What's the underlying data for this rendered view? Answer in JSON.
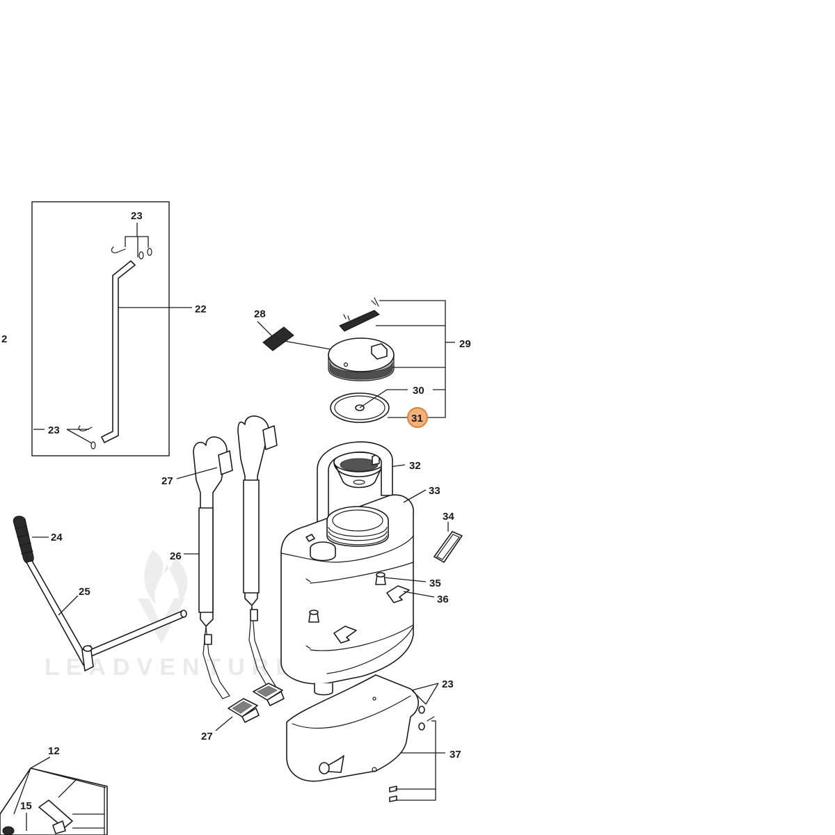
{
  "diagram": {
    "labels": {
      "l2": "2",
      "l12": "12",
      "l15": "15",
      "l22": "22",
      "l23a": "23",
      "l23b": "23",
      "l23c": "23",
      "l24": "24",
      "l25": "25",
      "l26": "26",
      "l27a": "27",
      "l27b": "27",
      "l28": "28",
      "l29": "29",
      "l30": "30",
      "l31": "31",
      "l32": "32",
      "l33": "33",
      "l34": "34",
      "l35": "35",
      "l36": "36",
      "l37": "37"
    },
    "highlighted_part": "31",
    "highlight_color": "#f3b27c",
    "watermark": "LEADVENTURE"
  }
}
